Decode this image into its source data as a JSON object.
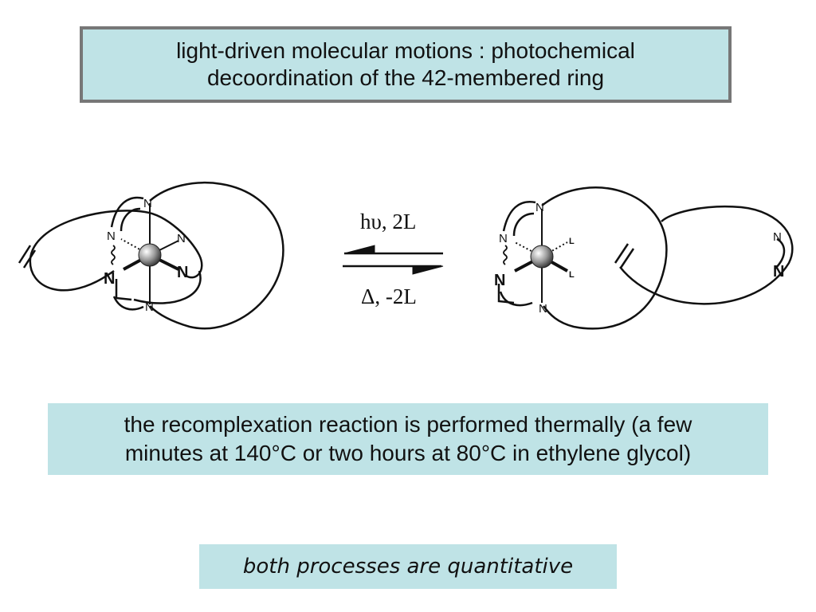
{
  "title": {
    "line1": "light-driven molecular motions : photochemical",
    "line2": "decoordination of the 42-membered ring"
  },
  "reaction": {
    "forward_label": "hυ, 2L",
    "reverse_label": "Δ, -2L"
  },
  "molecule_labels": {
    "n": "N",
    "l": "L"
  },
  "note": {
    "line1": "the recomplexation reaction is performed thermally (a few",
    "line2": "minutes at 140°C or two hours at 80°C in ethylene glycol)"
  },
  "conclusion": "both processes are quantitative",
  "colors": {
    "box_fill": "#bfe3e6",
    "title_border": "#777777"
  }
}
